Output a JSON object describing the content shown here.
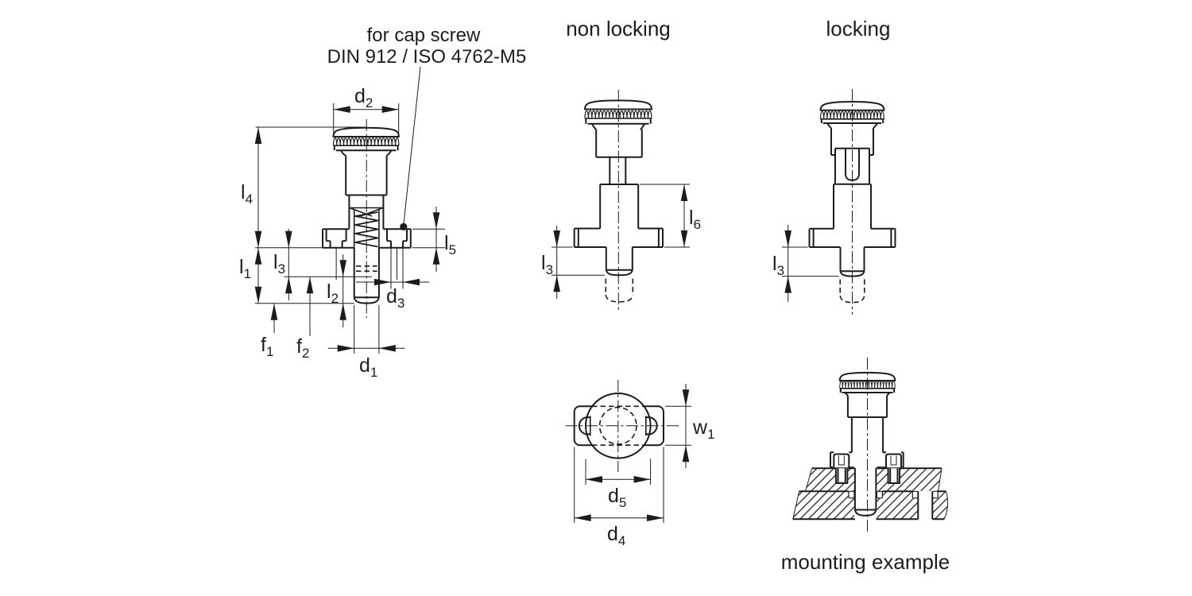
{
  "drawing": {
    "titles": {
      "non_locking": "non locking",
      "locking": "locking",
      "mounting_example": "mounting example"
    },
    "notes": {
      "cap_screw_line1": "for cap screw",
      "cap_screw_line2": "DIN 912 / ISO 4762-M5"
    },
    "dims": {
      "d1": {
        "main": "d",
        "sub": "1"
      },
      "d2": {
        "main": "d",
        "sub": "2"
      },
      "d3": {
        "main": "d",
        "sub": "3"
      },
      "d4": {
        "main": "d",
        "sub": "4"
      },
      "d5": {
        "main": "d",
        "sub": "5"
      },
      "l1": {
        "main": "l",
        "sub": "1"
      },
      "l2": {
        "main": "l",
        "sub": "2"
      },
      "l3": {
        "main": "l",
        "sub": "3"
      },
      "l4": {
        "main": "l",
        "sub": "4"
      },
      "l5": {
        "main": "l",
        "sub": "5"
      },
      "l6": {
        "main": "l",
        "sub": "6"
      },
      "f1": {
        "main": "f",
        "sub": "1"
      },
      "f2": {
        "main": "f",
        "sub": "2"
      },
      "w1": {
        "main": "w",
        "sub": "1"
      }
    },
    "colors": {
      "line": "#1c1c1c",
      "background": "#ffffff"
    }
  }
}
